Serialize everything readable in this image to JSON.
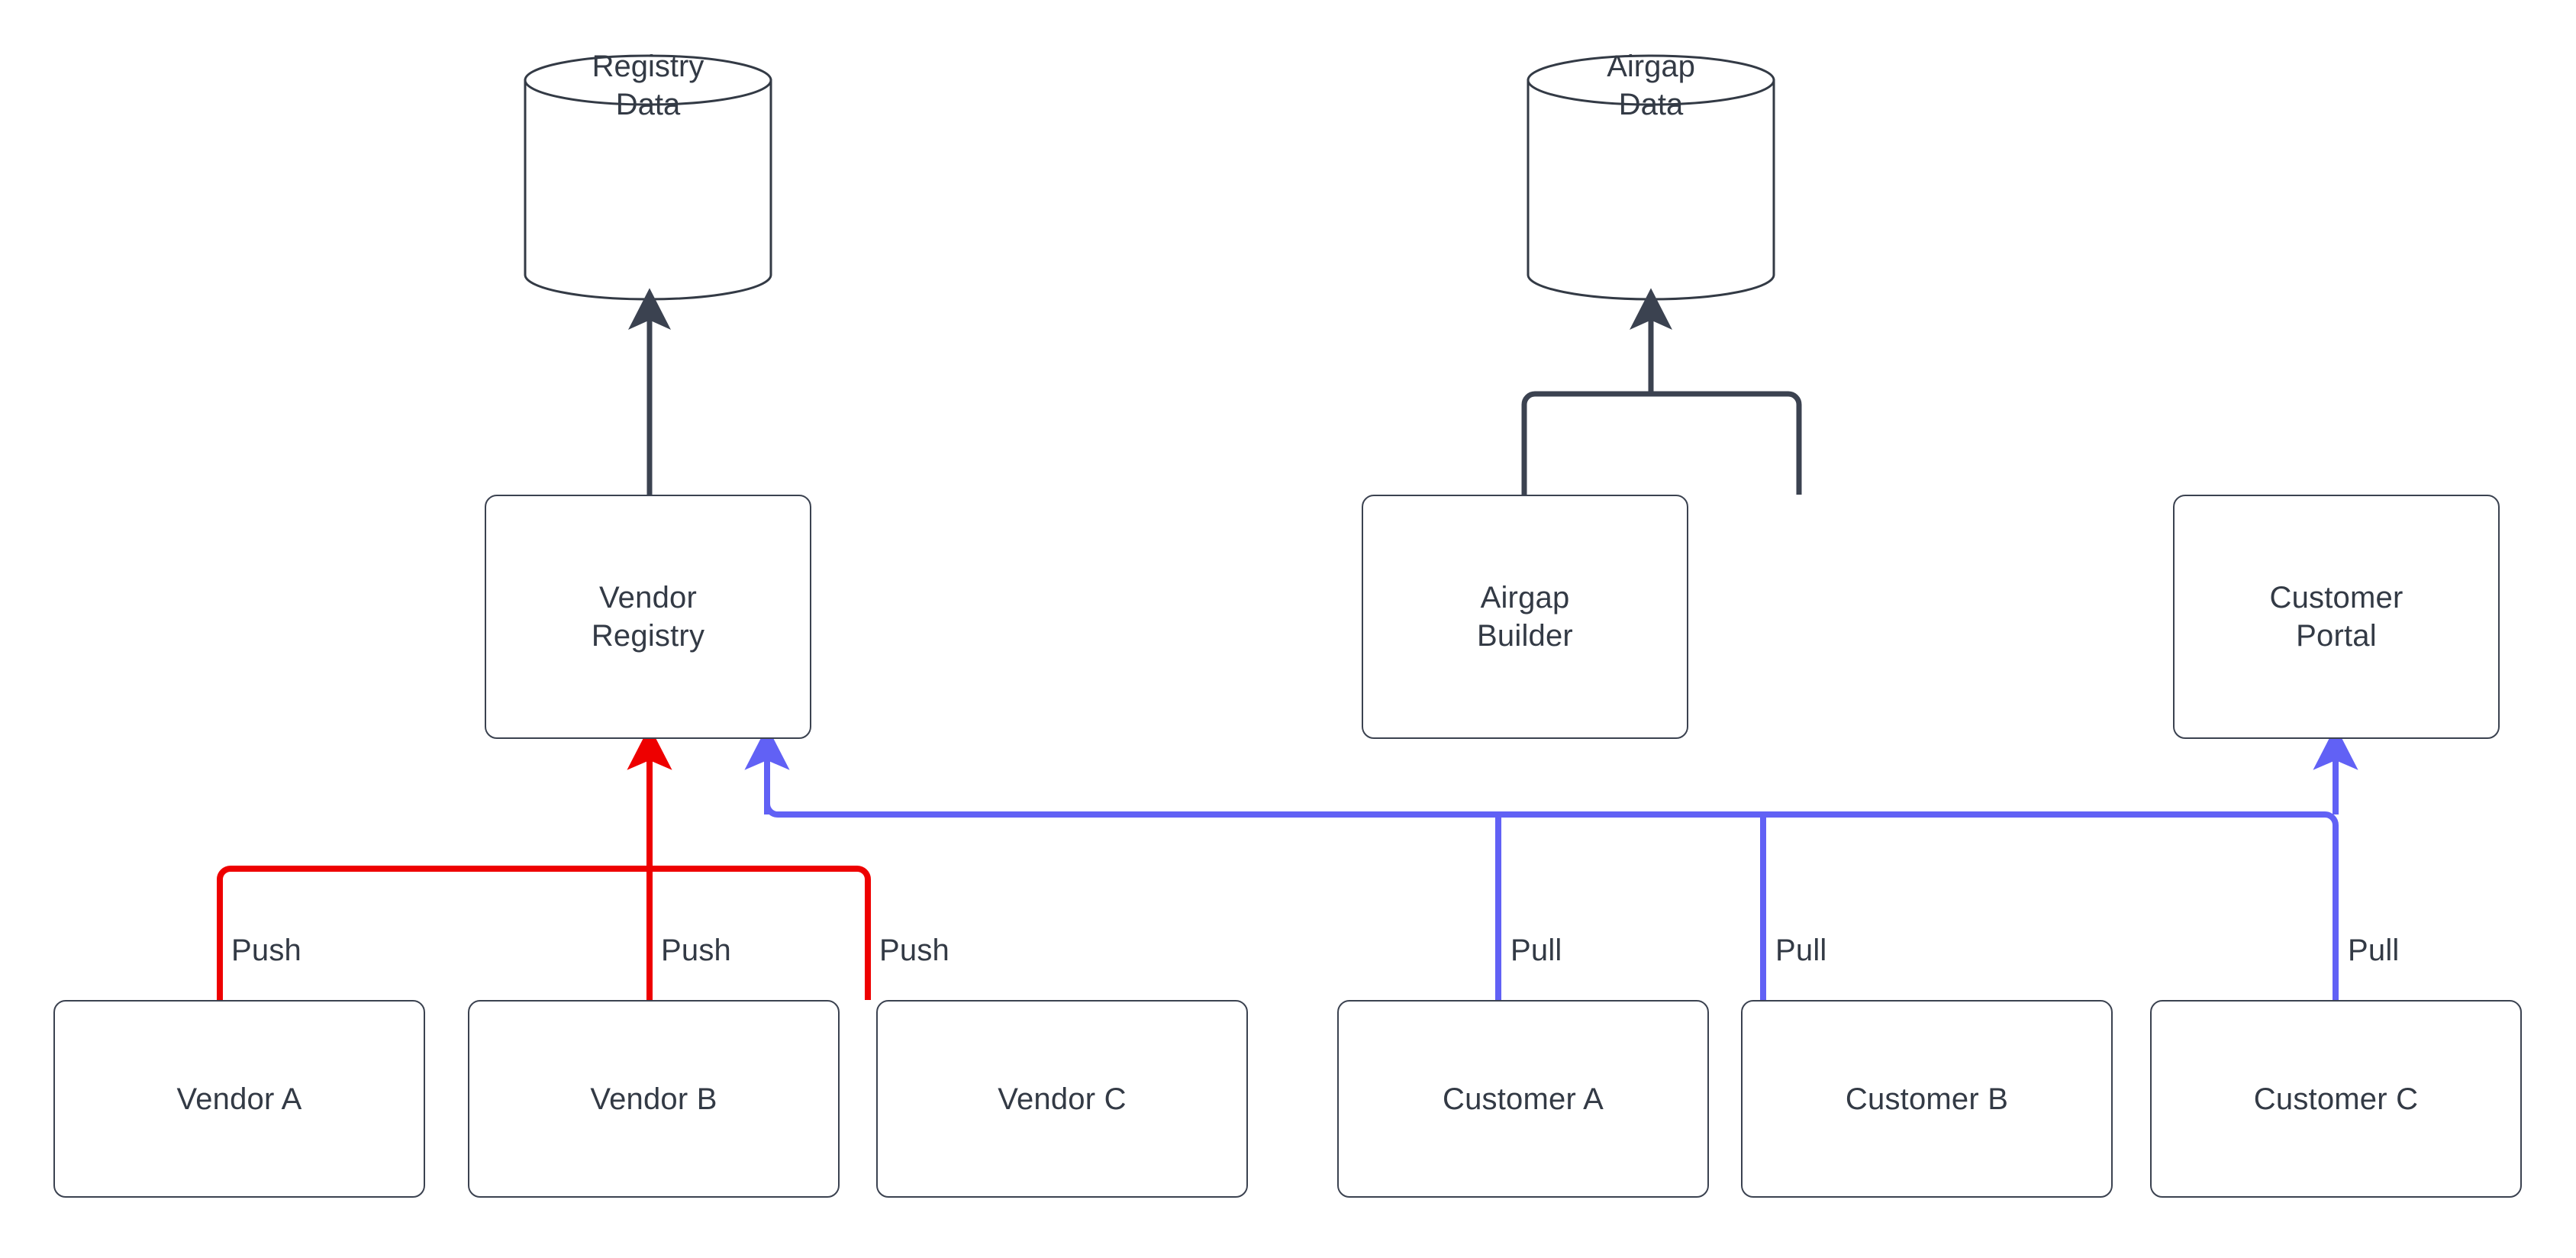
{
  "diagram": {
    "title": "Vendor registry and airgap distribution flow",
    "background_color": "#ffffff",
    "stroke_color": "#3b4250",
    "text_color": "#333a45",
    "push_color": "#ee0000",
    "pull_color": "#6161f5"
  },
  "datastores": [
    {
      "id": "registry-data",
      "label": "Registry\nData",
      "shape": "cylinder"
    },
    {
      "id": "airgap-data",
      "label": "Airgap\nData",
      "shape": "cylinder"
    }
  ],
  "services": [
    {
      "id": "vendor-registry",
      "label": "Vendor\nRegistry"
    },
    {
      "id": "airgap-builder",
      "label": "Airgap\nBuilder"
    },
    {
      "id": "customer-portal",
      "label": "Customer\nPortal"
    }
  ],
  "actors": [
    {
      "id": "vendor-a",
      "label": "Vendor A"
    },
    {
      "id": "vendor-b",
      "label": "Vendor B"
    },
    {
      "id": "vendor-c",
      "label": "Vendor C"
    },
    {
      "id": "customer-a",
      "label": "Customer A"
    },
    {
      "id": "customer-b",
      "label": "Customer B"
    },
    {
      "id": "customer-c",
      "label": "Customer C"
    }
  ],
  "edge_labels": {
    "push": "Push",
    "pull": "Pull"
  },
  "edges": [
    {
      "from": "vendor-registry",
      "to": "registry-data",
      "label": "",
      "color": "#3b4250"
    },
    {
      "from": "airgap-builder",
      "to": "airgap-data",
      "label": "",
      "color": "#3b4250"
    },
    {
      "from": "customer-portal",
      "to": "airgap-data",
      "label": "",
      "color": "#3b4250"
    },
    {
      "from": "vendor-a",
      "to": "vendor-registry",
      "label": "Push",
      "color": "#ee0000"
    },
    {
      "from": "vendor-b",
      "to": "vendor-registry",
      "label": "Push",
      "color": "#ee0000"
    },
    {
      "from": "vendor-c",
      "to": "vendor-registry",
      "label": "Push",
      "color": "#ee0000"
    },
    {
      "from": "customer-a",
      "to": "vendor-registry",
      "label": "Pull",
      "color": "#6161f5"
    },
    {
      "from": "customer-b",
      "to": "vendor-registry",
      "label": "Pull",
      "color": "#6161f5"
    },
    {
      "from": "customer-c",
      "to": "customer-portal",
      "label": "Pull",
      "color": "#6161f5"
    }
  ]
}
